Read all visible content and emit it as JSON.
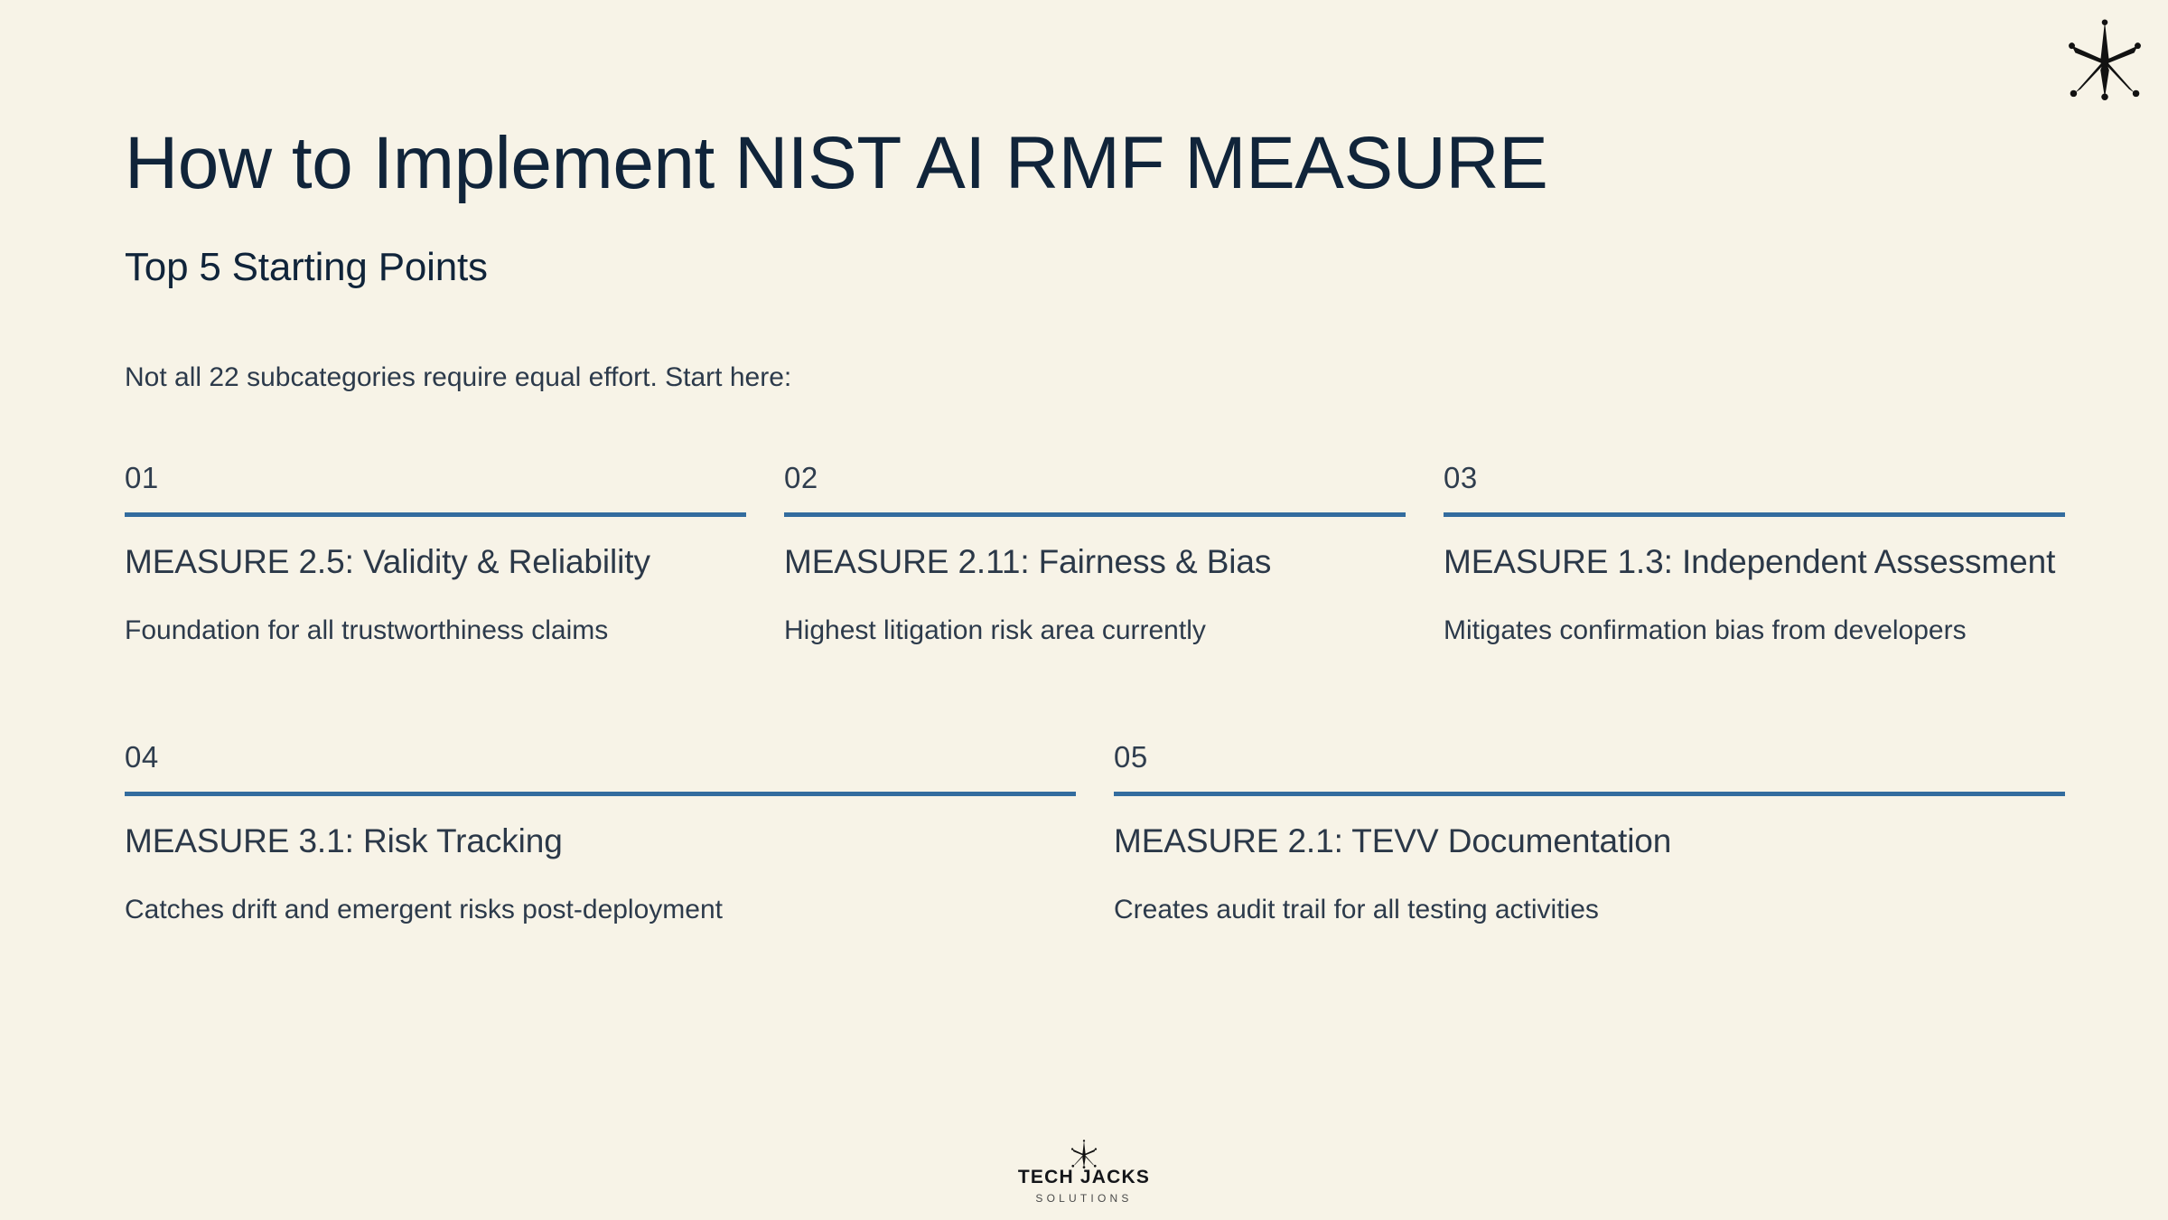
{
  "background_color": "#f7f3e7",
  "accent_color": "#336c9e",
  "heading_color": "#10243a",
  "body_color": "#2c3a4b",
  "corner_mark": {
    "icon": "star-burst-icon"
  },
  "header": {
    "title": "How to Implement NIST AI RMF MEASURE",
    "subtitle": "Top 5 Starting Points",
    "intro": "Not all 22 subcategories require equal effort. Start here:"
  },
  "cards": [
    {
      "number": "01",
      "title": "MEASURE 2.5: Validity & Reliability",
      "description": "Foundation for all trustworthiness claims"
    },
    {
      "number": "02",
      "title": "MEASURE 2.11: Fairness & Bias",
      "description": "Highest litigation risk area currently"
    },
    {
      "number": "03",
      "title": "MEASURE 1.3: Independent Assessment",
      "description": "Mitigates confirmation bias from developers"
    },
    {
      "number": "04",
      "title": "MEASURE 3.1: Risk Tracking",
      "description": "Catches drift and emergent risks post-deployment"
    },
    {
      "number": "05",
      "title": "MEASURE 2.1: TEVV Documentation",
      "description": "Creates audit trail for all testing activities"
    }
  ],
  "footer": {
    "icon": "star-burst-icon",
    "wordmark": "TECH JACKS",
    "tagline": "SOLUTIONS"
  }
}
